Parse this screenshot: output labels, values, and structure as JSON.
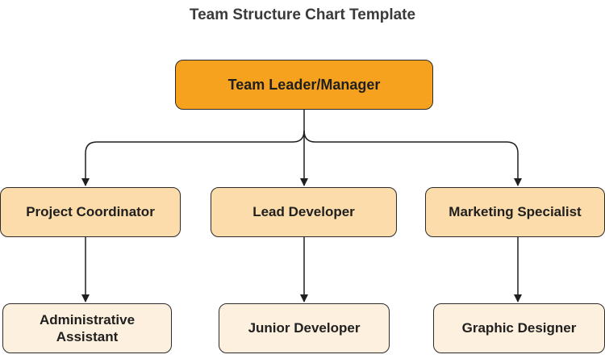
{
  "title": "Team Structure Chart Template",
  "colors": {
    "root_fill": "#f7a21f",
    "level1_fill": "#fcdcab",
    "level2_fill": "#fdf0de",
    "border": "#2b2b2b"
  },
  "nodes": {
    "root": "Team Leader/Manager",
    "level1": [
      "Project Coordinator",
      "Lead Developer",
      "Marketing Specialist"
    ],
    "level2": [
      "Administrative Assistant",
      "Junior Developer",
      "Graphic Designer"
    ]
  },
  "edges": [
    [
      "Team Leader/Manager",
      "Project Coordinator"
    ],
    [
      "Team Leader/Manager",
      "Lead Developer"
    ],
    [
      "Team Leader/Manager",
      "Marketing Specialist"
    ],
    [
      "Project Coordinator",
      "Administrative Assistant"
    ],
    [
      "Lead Developer",
      "Junior Developer"
    ],
    [
      "Marketing Specialist",
      "Graphic Designer"
    ]
  ]
}
